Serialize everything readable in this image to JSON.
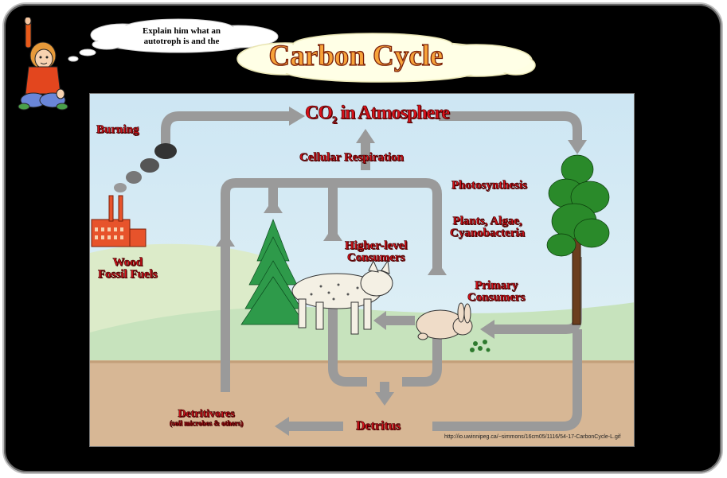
{
  "speech_bubble": {
    "line1": "Explain him what an",
    "line2": "autotroph is and the"
  },
  "title": "Carbon Cycle",
  "diagram": {
    "co2_prefix": "CO",
    "co2_sub": "2",
    "co2_suffix": " in Atmosphere",
    "burning": "Burning",
    "cellular_respiration": "Cellular Respiration",
    "photosynthesis": "Photosynthesis",
    "plants_line1": "Plants, Algae,",
    "plants_line2": "Cyanobacteria",
    "wood": "Wood",
    "fossil_fuels": "Fossil Fuels",
    "higher_line1": "Higher-level",
    "higher_line2": "Consumers",
    "primary_line1": "Primary",
    "primary_line2": "Consumers",
    "detritivores": "Detritivores",
    "detritivores_sub": "(soil microbes & others)",
    "detritus": "Detritus",
    "source_url": "http://io.uwinnipeg.ca/~simmons/16cm05/1116/54-17-CarbonCycle-L.gif"
  },
  "colors": {
    "label_red": "#d8121b",
    "title_orange": "#f7a33a",
    "arrow_gray": "#9a9a9a",
    "sky": "#d4ecf6",
    "soil": "#d7b795"
  }
}
